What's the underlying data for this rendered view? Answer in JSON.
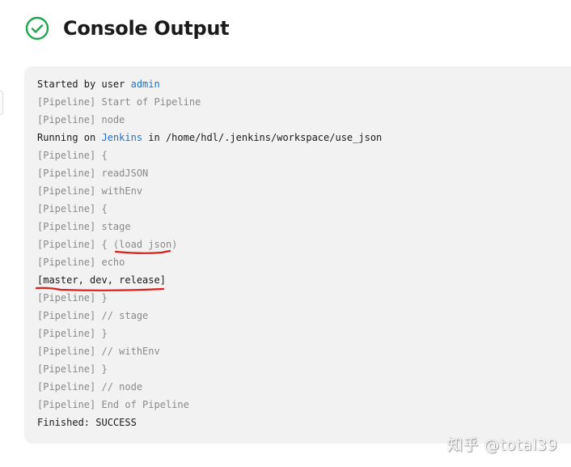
{
  "header": {
    "title": "Console Output",
    "status_icon": "success-check-circle-icon",
    "status_color": "#1ea64a"
  },
  "console": {
    "lines": [
      [
        {
          "t": "Started by user ",
          "s": "normal"
        },
        {
          "t": "admin",
          "s": "link"
        }
      ],
      [
        {
          "t": "[Pipeline] Start of Pipeline",
          "s": "gray"
        }
      ],
      [
        {
          "t": "[Pipeline] node",
          "s": "gray"
        }
      ],
      [
        {
          "t": "Running on ",
          "s": "normal"
        },
        {
          "t": "Jenkins",
          "s": "link"
        },
        {
          "t": " in /home/hdl/.jenkins/workspace/use_json",
          "s": "normal"
        }
      ],
      [
        {
          "t": "[Pipeline] {",
          "s": "gray"
        }
      ],
      [
        {
          "t": "[Pipeline] readJSON",
          "s": "gray"
        }
      ],
      [
        {
          "t": "[Pipeline] withEnv",
          "s": "gray"
        }
      ],
      [
        {
          "t": "[Pipeline] {",
          "s": "gray"
        }
      ],
      [
        {
          "t": "[Pipeline] stage",
          "s": "gray"
        }
      ],
      [
        {
          "t": "[Pipeline] { (load json)",
          "s": "gray"
        }
      ],
      [
        {
          "t": "[Pipeline] echo",
          "s": "gray"
        }
      ],
      [
        {
          "t": "[master, dev, release]",
          "s": "normal"
        }
      ],
      [
        {
          "t": "[Pipeline] }",
          "s": "gray"
        }
      ],
      [
        {
          "t": "[Pipeline] // stage",
          "s": "gray"
        }
      ],
      [
        {
          "t": "[Pipeline] }",
          "s": "gray"
        }
      ],
      [
        {
          "t": "[Pipeline] // withEnv",
          "s": "gray"
        }
      ],
      [
        {
          "t": "[Pipeline] }",
          "s": "gray"
        }
      ],
      [
        {
          "t": "[Pipeline] // node",
          "s": "gray"
        }
      ],
      [
        {
          "t": "[Pipeline] End of Pipeline",
          "s": "gray"
        }
      ],
      [
        {
          "t": "Finished: SUCCESS",
          "s": "normal"
        }
      ]
    ]
  },
  "annotation_color": "#d9201c",
  "watermark": "知乎 @total39"
}
